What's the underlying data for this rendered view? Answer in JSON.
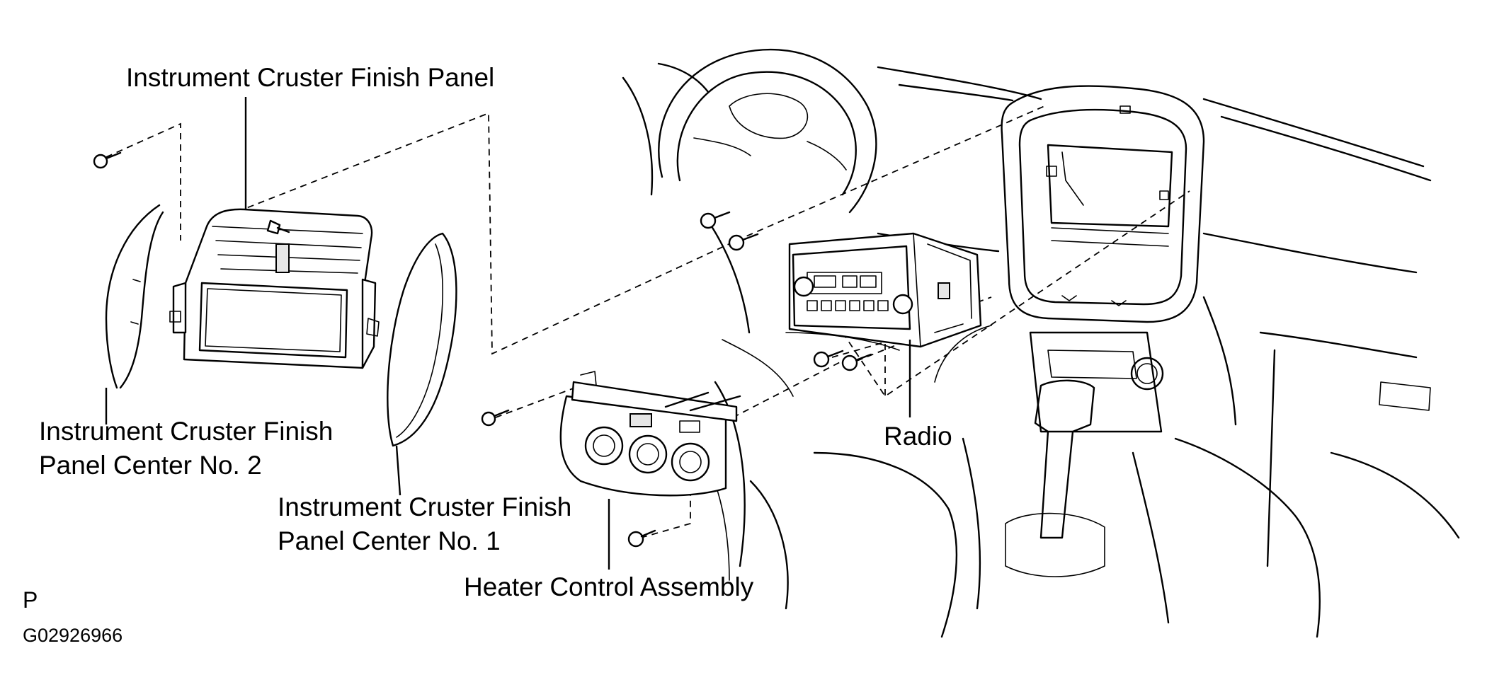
{
  "labels": {
    "panel": "Instrument Cruster Finish Panel",
    "center2_line1": "Instrument Cruster Finish",
    "center2_line2": "Panel Center No. 2",
    "center1_line1": "Instrument Cruster Finish",
    "center1_line2": "Panel Center No. 1",
    "heater": "Heater Control Assembly",
    "radio": "Radio"
  },
  "corner_mark": "P",
  "figure_code": "G02926966"
}
